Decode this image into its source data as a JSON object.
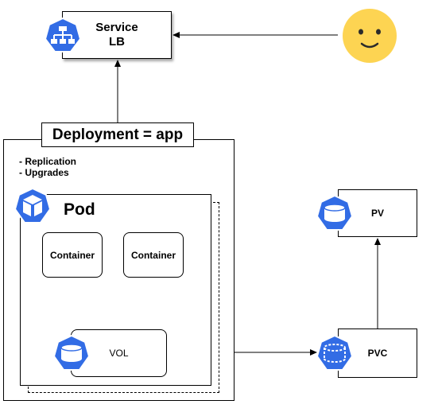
{
  "service": {
    "line1": "Service",
    "line2": "LB"
  },
  "deployment": {
    "title": "Deployment = app",
    "features": [
      "- Replication",
      "- Upgrades"
    ]
  },
  "pod": {
    "title": "Pod",
    "containers": [
      "Container",
      "Container"
    ],
    "volume": "VOL"
  },
  "pv": {
    "label": "PV"
  },
  "pvc": {
    "label": "PVC"
  },
  "icons": {
    "service": "network-service-icon",
    "pod": "cube-pod-icon",
    "volume": "volume-disk-icon",
    "pv": "persistent-volume-icon",
    "pvc": "persistent-volume-claim-icon",
    "user": "smiley-user-icon"
  },
  "colors": {
    "k8s_blue": "#326CE5",
    "smiley_yellow": "#FDD452"
  }
}
